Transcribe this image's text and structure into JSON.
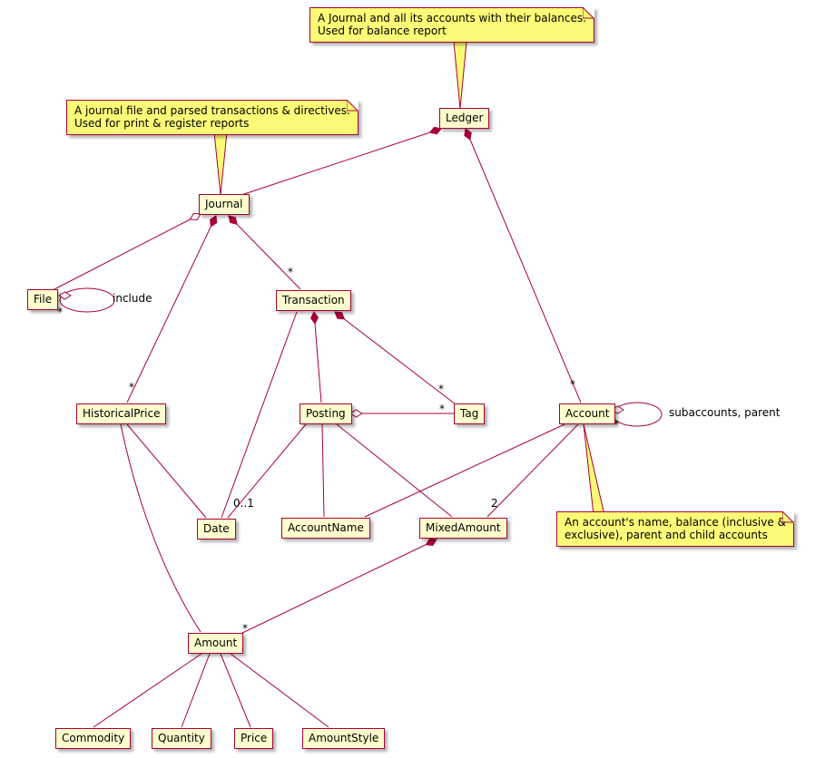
{
  "diagram": {
    "classes": {
      "ledger": "Ledger",
      "journal": "Journal",
      "file": "File",
      "transaction": "Transaction",
      "historical_price": "HistoricalPrice",
      "posting": "Posting",
      "tag": "Tag",
      "account": "Account",
      "date": "Date",
      "account_name": "AccountName",
      "mixed_amount": "MixedAmount",
      "amount": "Amount",
      "commodity": "Commodity",
      "quantity": "Quantity",
      "price": "Price",
      "amount_style": "AmountStyle"
    },
    "notes": {
      "ledger_note": {
        "line1": "A Journal and all its accounts with their balances.",
        "line2": "Used for balance report"
      },
      "journal_note": {
        "line1": "A journal file and parsed transactions & directives.",
        "line2": "Used for print & register reports"
      },
      "account_note": {
        "line1": "An account's name, balance (inclusive &",
        "line2": "exclusive), parent and child accounts"
      }
    },
    "edge_labels": {
      "ledger_account_mult": "*",
      "journal_transaction_mult": "*",
      "journal_historicalprice_mult": "*",
      "transaction_tag_mult": "*",
      "posting_tag_mult": "*",
      "posting_date_mult": "0..1",
      "account_mixedamount_mult": "2",
      "mixedamount_amount_mult": "*",
      "file_include_mult": "*",
      "file_include_label": "include",
      "account_subaccounts_mult": "*",
      "account_subaccounts_label": "subaccounts, parent"
    },
    "colors": {
      "class_fill": "#FEFECE",
      "note_fill": "#FBFB77",
      "stroke": "#A80036",
      "text": "#000000"
    }
  }
}
